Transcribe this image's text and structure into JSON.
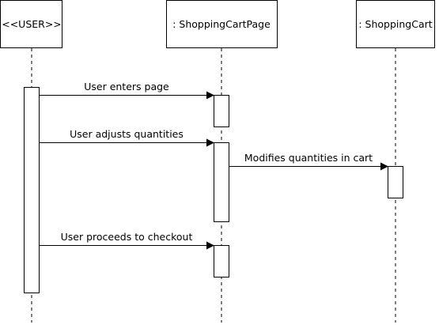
{
  "participants": [
    {
      "id": "user",
      "label": "<<USER>>"
    },
    {
      "id": "page",
      "label": ": ShoppingCartPage"
    },
    {
      "id": "cart",
      "label": ": ShoppingCart"
    }
  ],
  "messages": [
    {
      "from": "user",
      "to": "page",
      "label": "User enters page"
    },
    {
      "from": "user",
      "to": "page",
      "label": "User adjusts quantities"
    },
    {
      "from": "page",
      "to": "cart",
      "label": "Modifies quantities in cart"
    },
    {
      "from": "user",
      "to": "page",
      "label": "User proceeds to checkout"
    }
  ],
  "colors": {
    "line": "#000000",
    "box_fill": "#ffffff",
    "background": "#ffffff"
  }
}
